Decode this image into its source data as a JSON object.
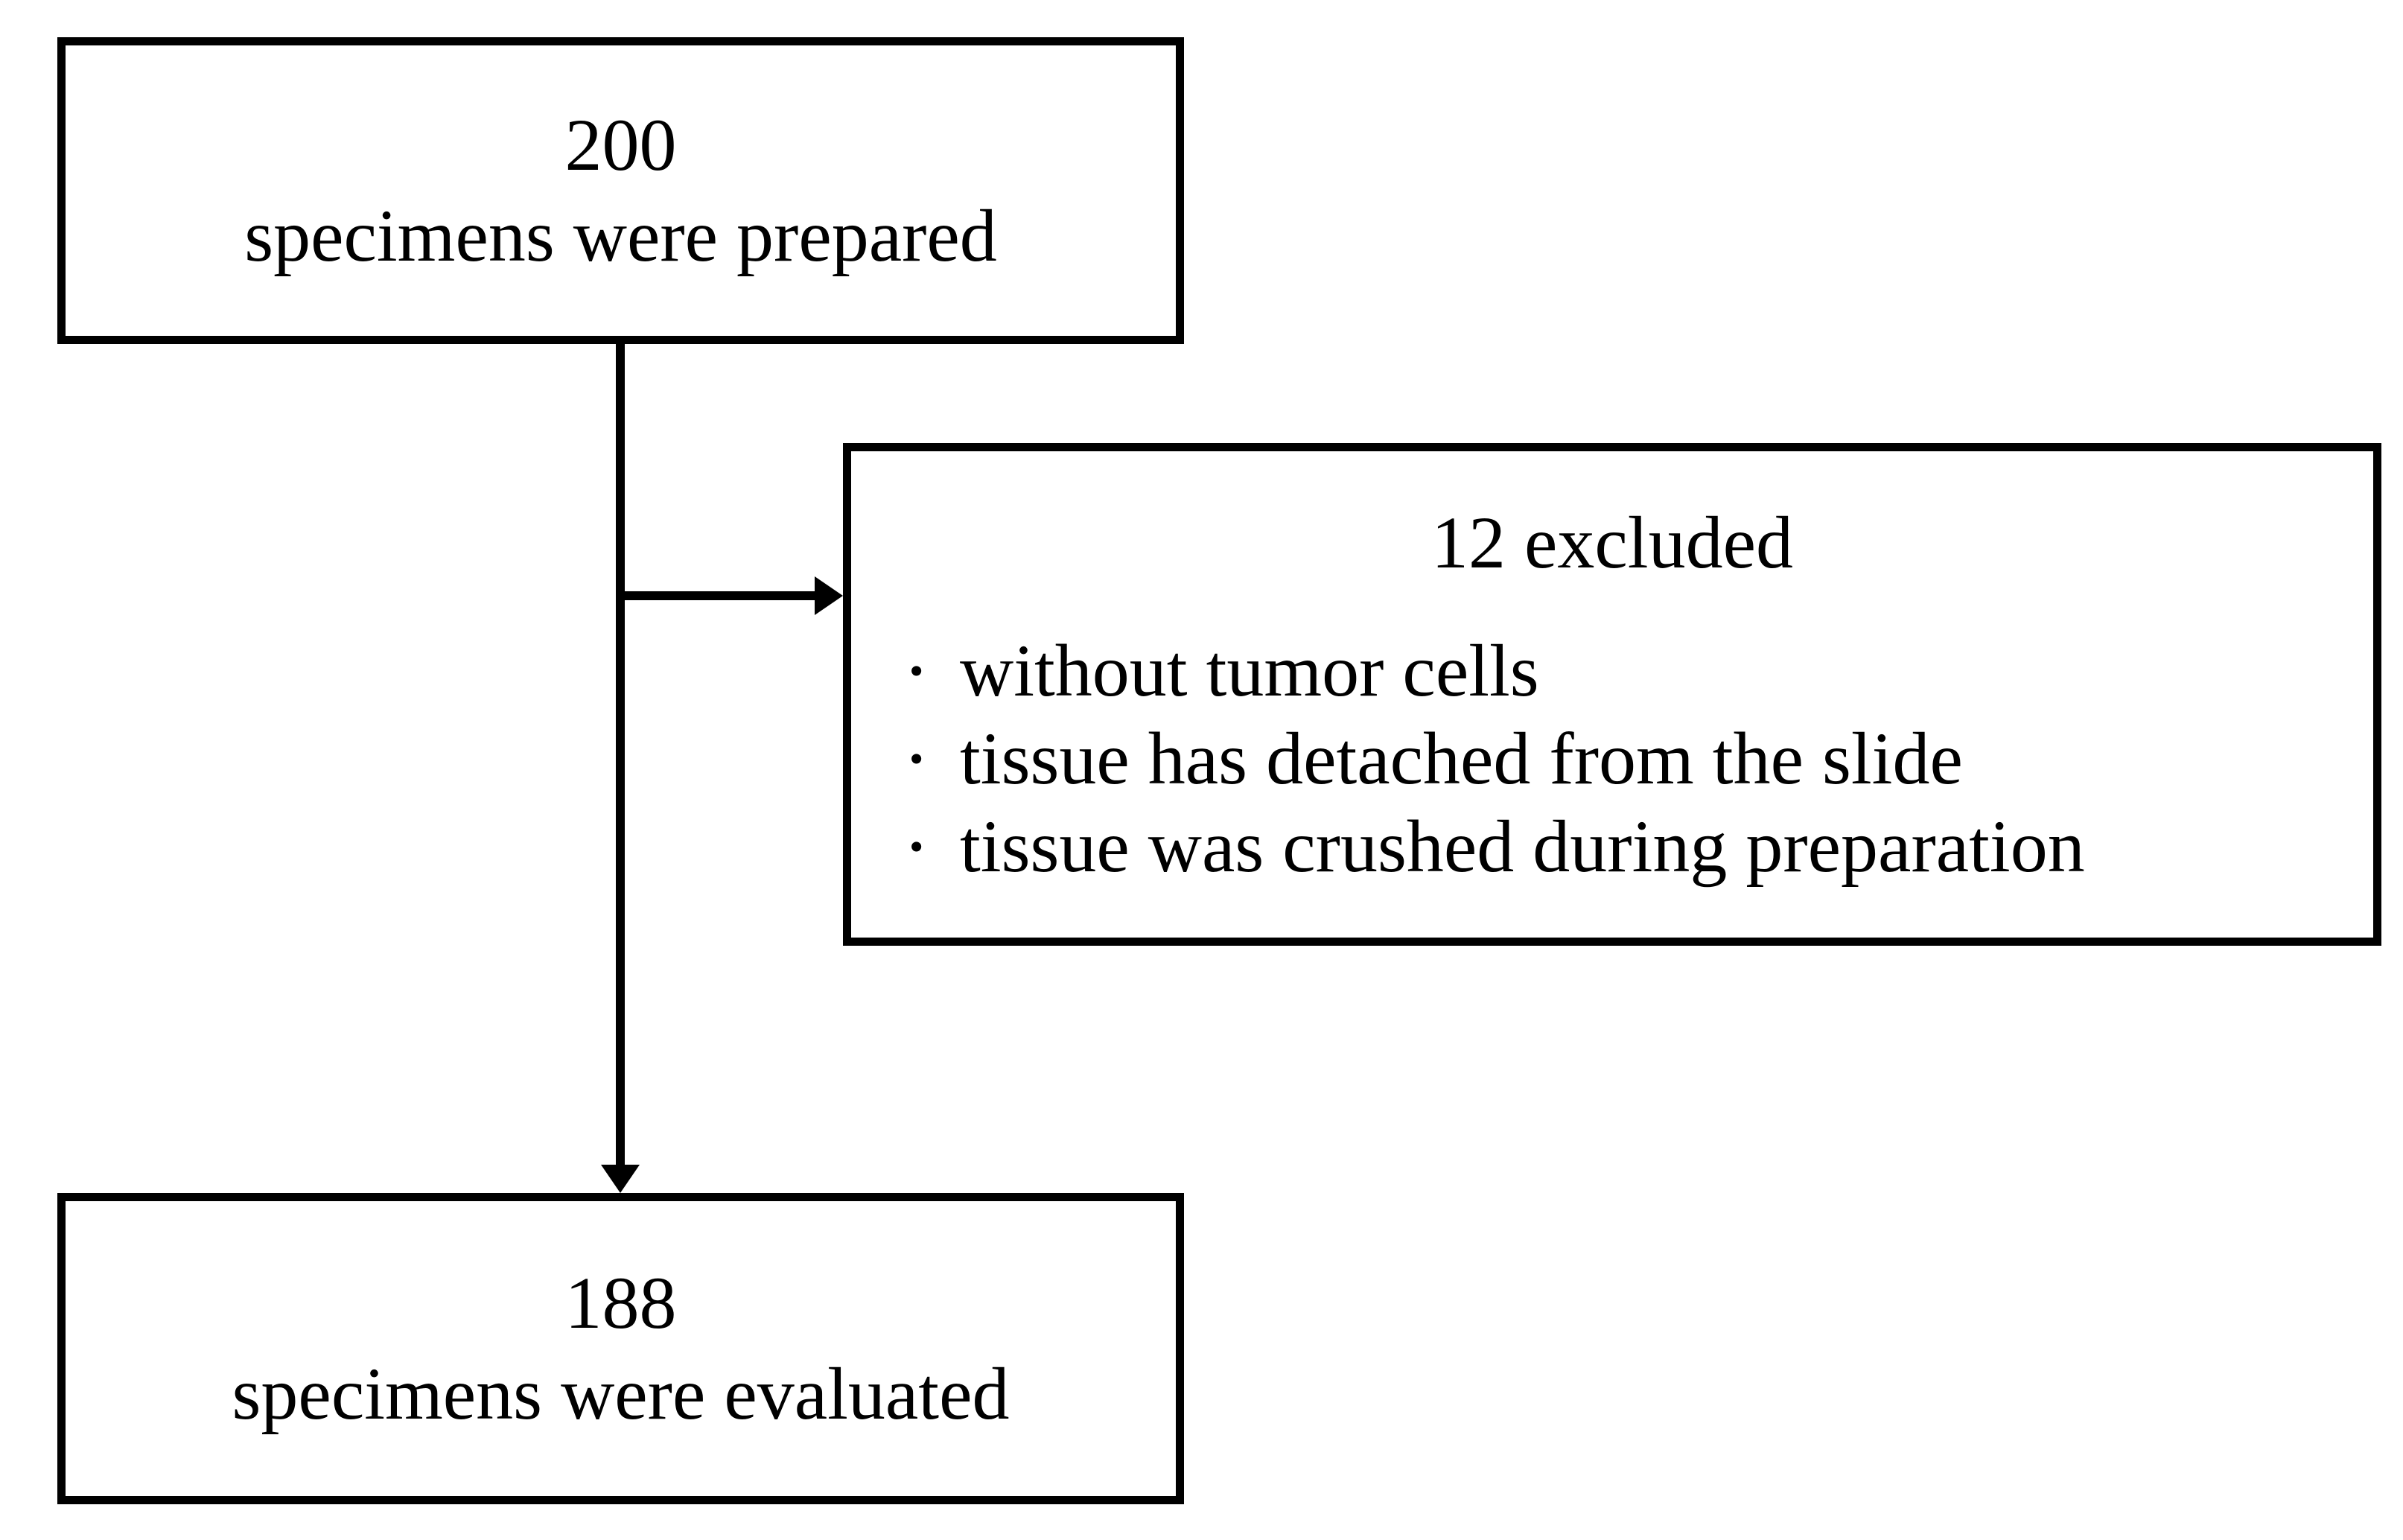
{
  "diagram": {
    "type": "flowchart",
    "background_color": "#ffffff",
    "line_color": "#000000",
    "text_color": "#000000",
    "nodes": {
      "prepared": {
        "count": "200",
        "label": "specimens were prepared"
      },
      "excluded": {
        "title": "12 excluded",
        "bullet_char": "•",
        "items": [
          "without tumor cells",
          "tissue has detached from the slide",
          "tissue was crushed during preparation"
        ]
      },
      "evaluated": {
        "count": "188",
        "label": "specimens were evaluated"
      }
    },
    "connectors": [
      {
        "from": "prepared",
        "to": "evaluated",
        "shape": "vertical-line-with-down-arrowhead"
      },
      {
        "from": "prepared",
        "to": "excluded",
        "shape": "horizontal-line-with-right-arrowhead"
      }
    ]
  }
}
